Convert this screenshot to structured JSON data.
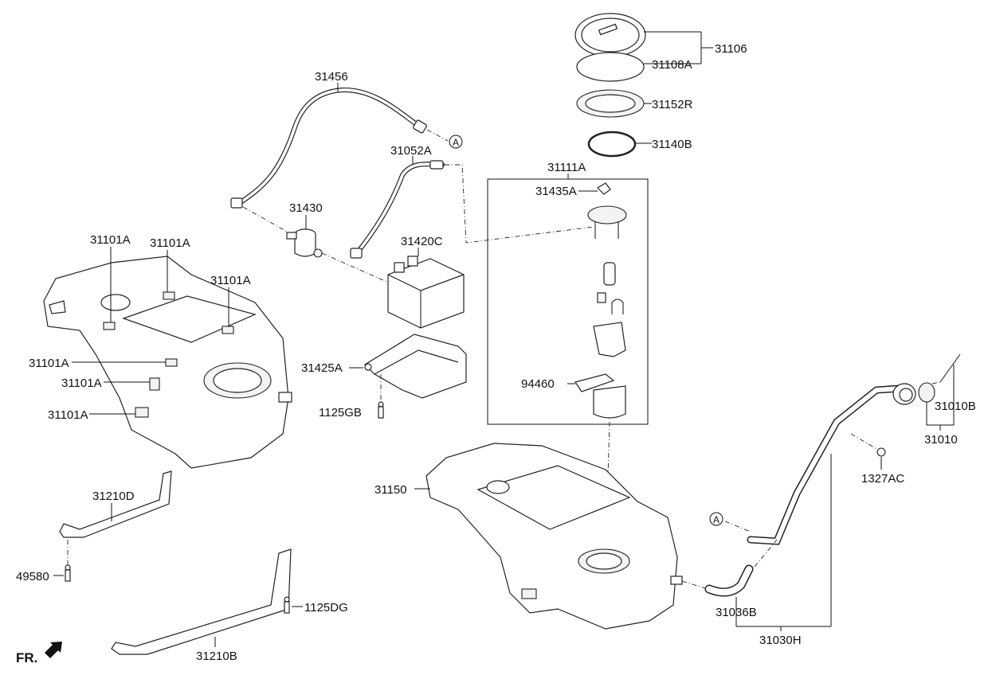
{
  "diagram": {
    "callouts": [
      "31456",
      "31052A",
      "31430",
      "31420C",
      "31101A",
      "31101A",
      "31101A",
      "31101A",
      "31101A",
      "31101A",
      "31425A",
      "1125GB",
      "31106",
      "31108A",
      "31152R",
      "31140B",
      "31111A",
      "31435A",
      "94460",
      "31150",
      "31010B",
      "31010",
      "1327AC",
      "31036B",
      "31030H",
      "31210D",
      "49580",
      "1125DG",
      "31210B"
    ],
    "connector_marks": [
      "A",
      "A"
    ],
    "front_indicator": "FR.",
    "icons": [
      "front-direction-arrow-icon"
    ]
  }
}
